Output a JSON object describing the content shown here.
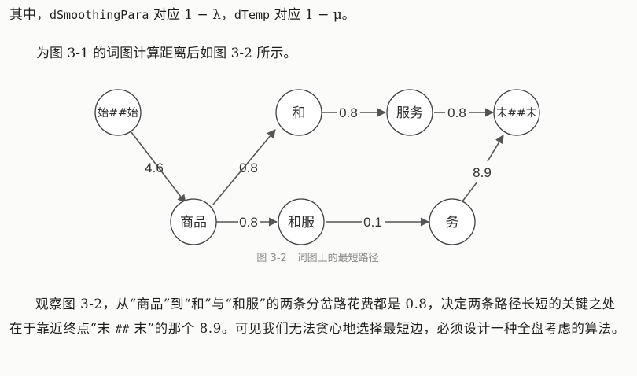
{
  "line1": {
    "prefix": "其中，",
    "code1": "dSmoothingPara",
    "mid1": " 对应 ",
    "expr1": "1 − λ",
    "sep": "，",
    "code2": "dTemp",
    "mid2": " 对应 ",
    "expr2": "1 − μ",
    "end": "。"
  },
  "line2": "为图 3-1 的词图计算距离后如图 3-2 所示。",
  "diagram": {
    "nodes": {
      "start": "始##始",
      "he": "和",
      "fuwu": "服务",
      "end": "末##末",
      "shangpin": "商品",
      "hefu": "和服",
      "wu": "务"
    },
    "edges": {
      "start_shangpin": "4.6",
      "shangpin_he": "0.8",
      "he_fuwu": "0.8",
      "fuwu_end": "0.8",
      "shangpin_hefu": "0.8",
      "hefu_wu": "0.1",
      "wu_end": "8.9"
    },
    "caption": "图 3-2　词图上的最短路径"
  },
  "paragraph": {
    "part1": "观察图 3-2，从“商品”到“和”与“和服”的两条分岔路花费都是 0.8，决定两条路径长短的关键之处在于靠近终点“末 ",
    "hash": "##",
    "part2": " 末”的那个 8.9。可见我们无法贪心地选择最短边，必须设计一种全盘考虑的算法。"
  }
}
